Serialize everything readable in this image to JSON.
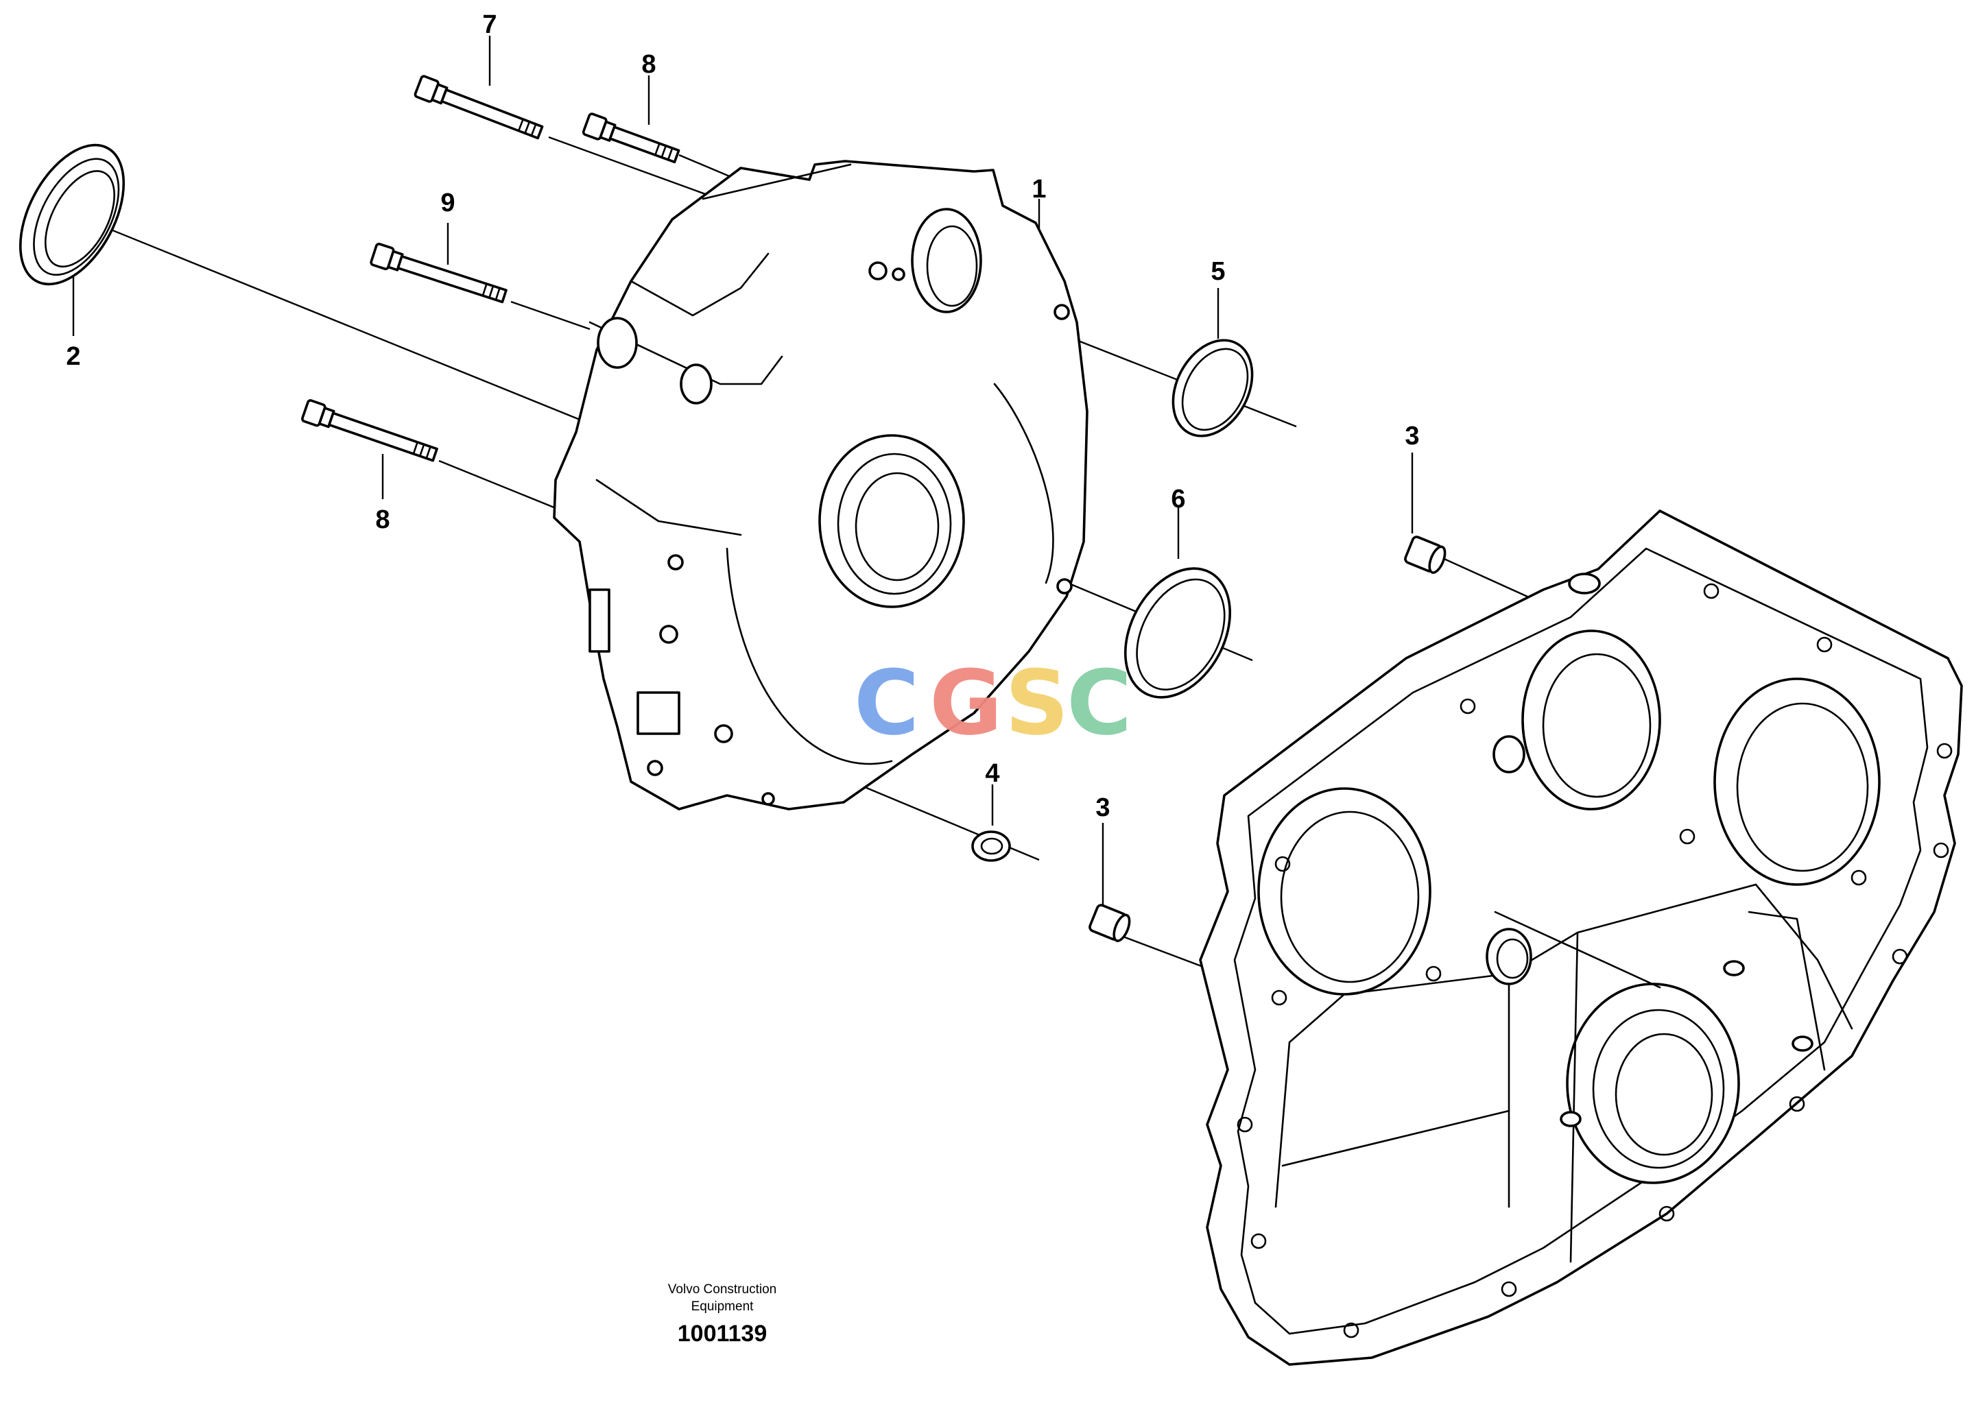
{
  "callouts": [
    {
      "id": "7",
      "label": "7"
    },
    {
      "id": "8a",
      "label": "8"
    },
    {
      "id": "1",
      "label": "1"
    },
    {
      "id": "9",
      "label": "9"
    },
    {
      "id": "2",
      "label": "2"
    },
    {
      "id": "5",
      "label": "5"
    },
    {
      "id": "8b",
      "label": "8"
    },
    {
      "id": "6",
      "label": "6"
    },
    {
      "id": "3a",
      "label": "3"
    },
    {
      "id": "4",
      "label": "4"
    },
    {
      "id": "3b",
      "label": "3"
    }
  ],
  "brand": {
    "line1": "Volvo Construction",
    "line2": "Equipment"
  },
  "document_number": "1001139",
  "watermark": {
    "letters": [
      "C",
      "G",
      "S",
      "C"
    ],
    "colors": [
      "#7aa5ea",
      "#f08a80",
      "#f3d16e",
      "#86cfa6"
    ]
  }
}
